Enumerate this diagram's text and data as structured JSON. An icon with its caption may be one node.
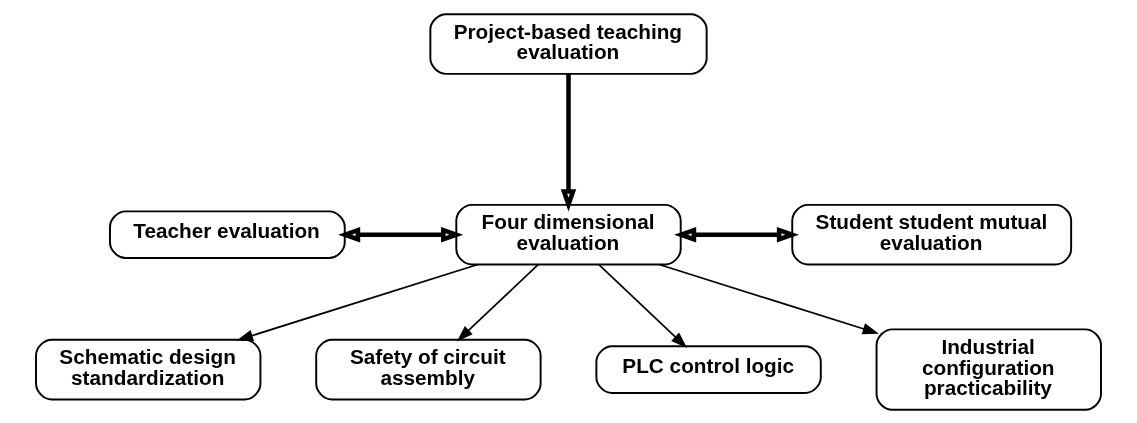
{
  "diagram": {
    "nodes": [
      {
        "text": [
          "Project-based teaching evaluation"
        ]
      },
      {
        "text": [
          "Teacher evaluation"
        ]
      },
      {
        "text": [
          "Four dimensional evaluation"
        ]
      },
      {
        "text": [
          "Student student mutual evaluation"
        ]
      },
      {
        "text": [
          "Schematic design standardization"
        ]
      },
      {
        "text": [
          "Safety of circuit assembly"
        ]
      },
      {
        "text": [
          "PLC control logic"
        ]
      },
      {
        "text": [
          "Industrial configuration practicability"
        ]
      }
    ],
    "edges": [
      {
        "from": 0,
        "to": 2,
        "arrow": "to",
        "style": "thick"
      },
      {
        "from": 1,
        "to": 2,
        "arrow": "both",
        "style": "thick"
      },
      {
        "from": 2,
        "to": 3,
        "arrow": "both",
        "style": "thick"
      },
      {
        "from": 2,
        "to": 4,
        "arrow": "to"
      },
      {
        "from": 2,
        "to": 5,
        "arrow": "to"
      },
      {
        "from": 2,
        "to": 6,
        "arrow": "to"
      },
      {
        "from": 2,
        "to": 7,
        "arrow": "to"
      }
    ]
  }
}
